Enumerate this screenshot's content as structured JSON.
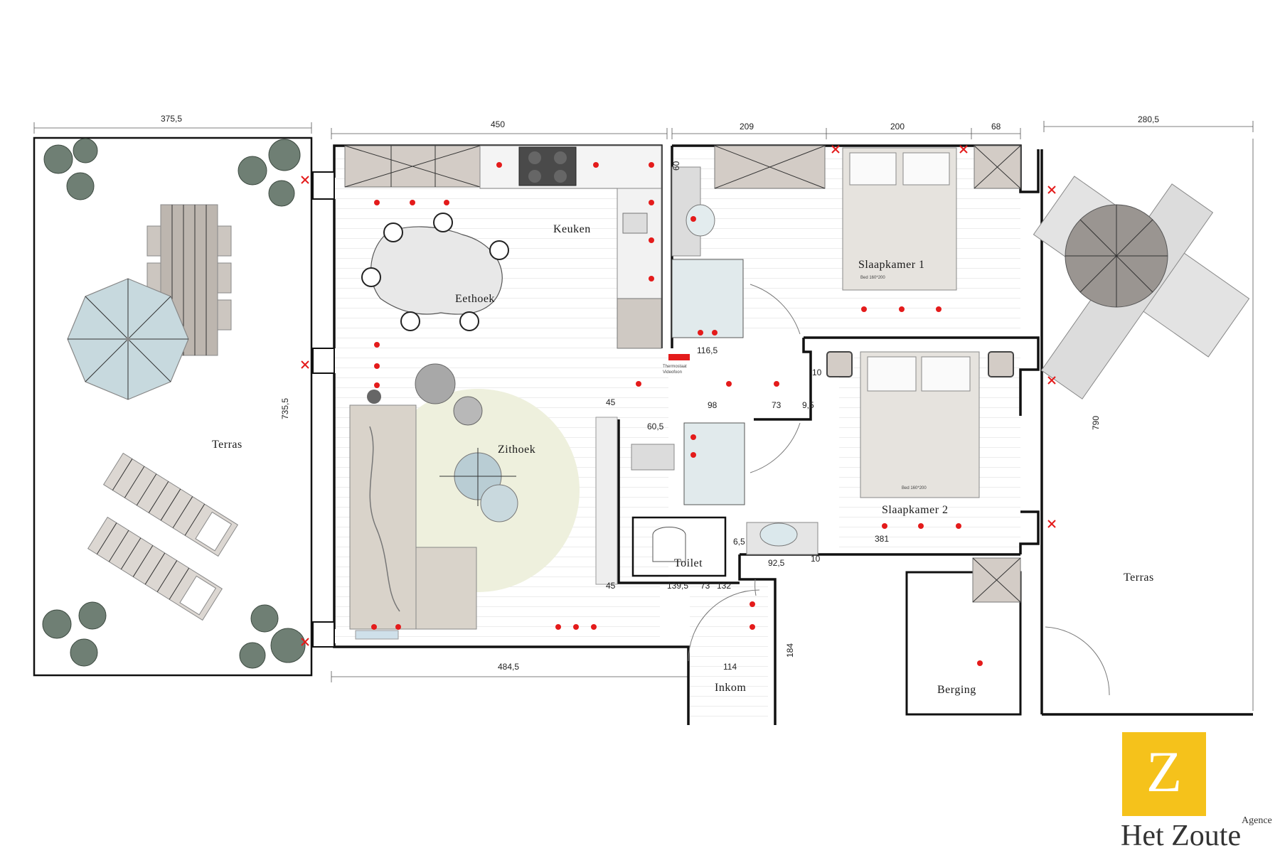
{
  "rooms": {
    "terras_left": "Terras",
    "keuken": "Keuken",
    "eethoek": "Eethoek",
    "zithoek": "Zithoek",
    "slaapkamer1": "Slaapkamer 1",
    "slaapkamer2": "Slaapkamer 2",
    "toilet": "Toilet",
    "inkom": "Inkom",
    "berging": "Berging",
    "terras_right": "Terras"
  },
  "dimensions": {
    "terras_left_width": "375,5",
    "living_width": "450",
    "bed1_left": "209",
    "bed1_mid": "200",
    "bed1_right": "68",
    "terras_right_width": "280,5",
    "terras_left_height": "735,5",
    "terras_right_height": "790",
    "living_bottom": "484,5",
    "inkom_width": "114",
    "inkom_height": "184",
    "bath_width": "116,5",
    "d45_top": "45",
    "d98": "98",
    "d73_top": "73",
    "d9_5": "9,5",
    "d10_a": "10",
    "d60_5": "60,5",
    "d6_5": "6,5",
    "d92_5": "92,5",
    "d10_b": "10",
    "d381": "381",
    "d45_bottom": "45",
    "d139_5": "139,5",
    "d73_bottom": "73",
    "d132": "132",
    "d60": "60"
  },
  "notes": {
    "bed1": "Bed 160*200",
    "bed2": "Bed 160*200",
    "thermostat_line1": "Thermostaat",
    "thermostat_line2": "Videofoon"
  },
  "logo": {
    "letter": "Z",
    "agence": "Agence",
    "name": "Het Zoute"
  },
  "colors": {
    "walls": "#111111",
    "cabinets": "#cfc9c3",
    "furniture": "#d9d3ca",
    "marker": "#e41b1b",
    "rug": "#eef0dd",
    "brand_yellow": "#f5c21b"
  }
}
